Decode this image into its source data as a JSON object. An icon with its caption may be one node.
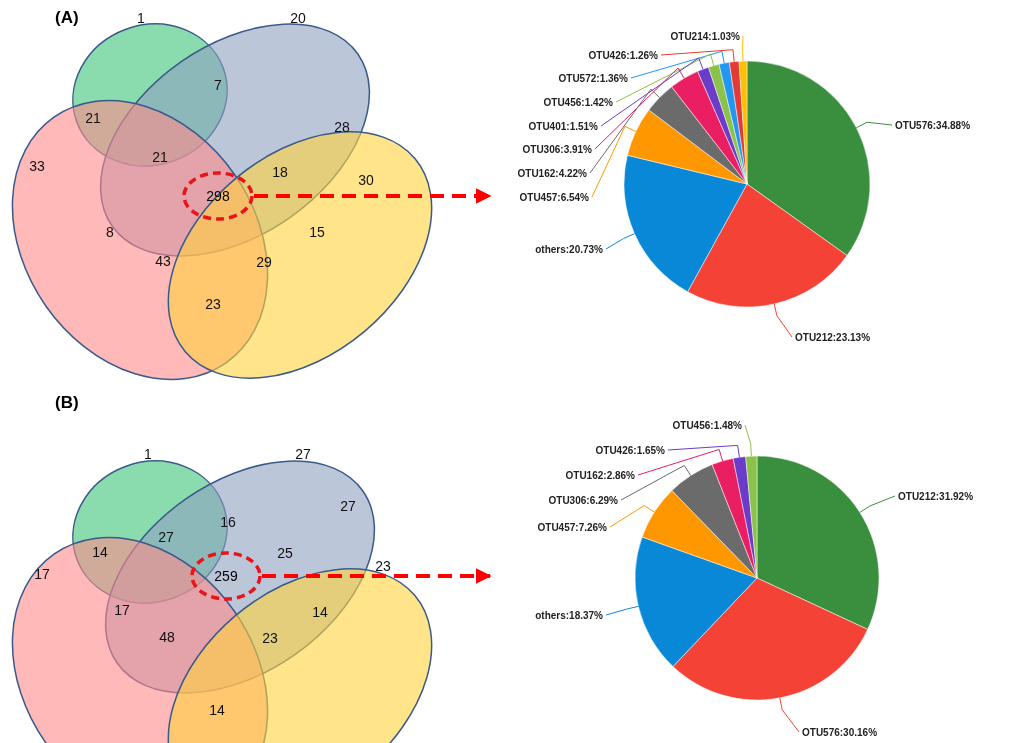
{
  "diagram": {
    "nodes": [
      {
        "text": [
          "298"
        ]
      },
      {
        "text": [
          "OTU214:1.03%",
          "OTU426:1.26%",
          "OTU572:1.36%",
          "OTU456:1.42%",
          "OTU401:1.51%",
          "OTU306:3.91%",
          "OTU162:4.22%",
          "OTU457:6.54%",
          "others:20.73%",
          "OTU576:34.88%",
          "OTU212:23.13%"
        ]
      },
      {
        "text": [
          "259"
        ]
      },
      {
        "text": [
          "OTU456:1.48%",
          "OTU426:1.65%",
          "OTU162:2.86%",
          "OTU306:6.29%",
          "OTU457:7.26%",
          "others:18.37%",
          "OTU212:31.92%",
          "OTU576:30.16%"
        ]
      }
    ],
    "edges": [
      {
        "from": 0,
        "to": 1,
        "arrow": "to",
        "style": "dashed",
        "color": "#ff0000"
      },
      {
        "from": 2,
        "to": 3,
        "arrow": "to",
        "style": "dashed",
        "color": "#ff0000"
      }
    ],
    "labels": [
      "(A)",
      "1",
      "20",
      "7",
      "21",
      "28",
      "33",
      "21",
      "18",
      "30",
      "8",
      "15",
      "43",
      "29",
      "23",
      "(B)",
      "1",
      "27",
      "16",
      "14",
      "27",
      "17",
      "27",
      "25",
      "23",
      "17",
      "14",
      "48",
      "23",
      "14"
    ]
  }
}
